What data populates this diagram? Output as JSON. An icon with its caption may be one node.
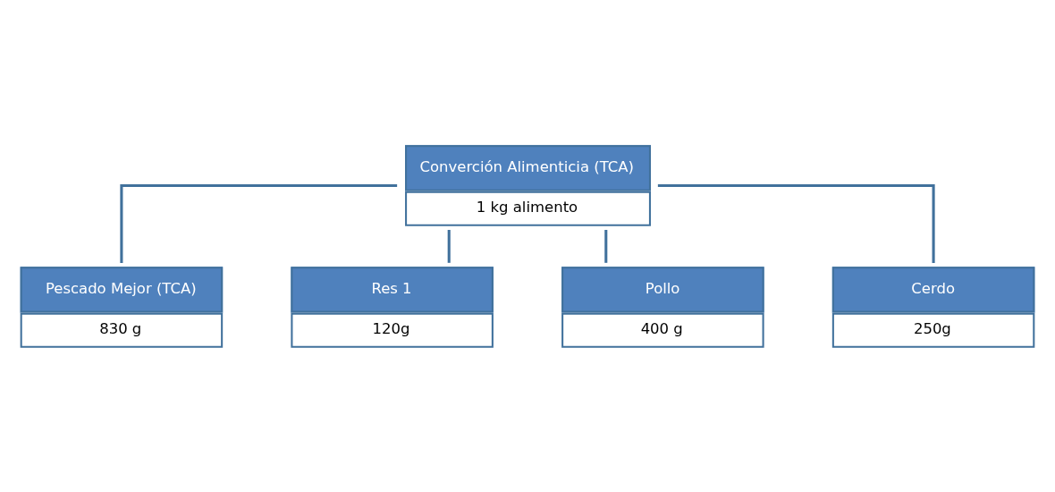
{
  "diagram": {
    "nodes": [
      {
        "text": [
          "Converción Alimenticia (TCA)",
          "1 kg alimento"
        ]
      },
      {
        "text": [
          "Pescado Mejor (TCA)",
          "830 g"
        ]
      },
      {
        "text": [
          "Res 1",
          "120g"
        ]
      },
      {
        "text": [
          "Pollo",
          "400 g"
        ]
      },
      {
        "text": [
          "Cerdo",
          "250g"
        ]
      }
    ],
    "edges": [
      {
        "from": 0,
        "to": 1,
        "arrow": "none"
      },
      {
        "from": 0,
        "to": 2,
        "arrow": "none"
      },
      {
        "from": 0,
        "to": 3,
        "arrow": "none"
      },
      {
        "from": 0,
        "to": 4,
        "arrow": "none"
      }
    ]
  }
}
